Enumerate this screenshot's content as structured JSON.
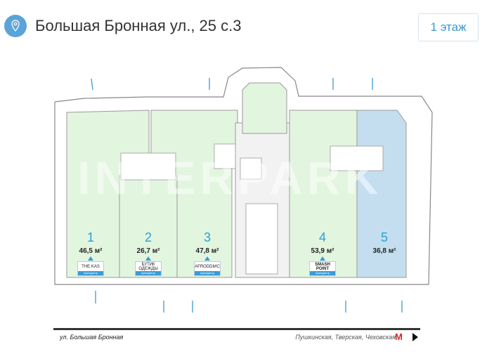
{
  "header": {
    "address": "Большая Бронная ул., 25 с.3",
    "floor_button": "1 этаж",
    "icon": "location-pin-icon"
  },
  "watermark": "INTERPARK",
  "units": [
    {
      "number": "1",
      "area": "46,5 м²",
      "tenant": "THE KAS",
      "tenant_role": "Арендатор",
      "status": "rented"
    },
    {
      "number": "2",
      "area": "26,7 м²",
      "tenant": "БУТИК ОДЕЖДЫ",
      "tenant_role": "Арендатор",
      "status": "rented"
    },
    {
      "number": "3",
      "area": "47,8 м²",
      "tenant": "AFRODDIИС",
      "tenant_role": "Арендатор",
      "status": "rented"
    },
    {
      "number": "4",
      "area": "53,9 м²",
      "tenant": "SMASH POINT",
      "tenant_role": "Арендатор",
      "status": "rented"
    },
    {
      "number": "5",
      "area": "36,8 м²",
      "status": "available"
    }
  ],
  "footer": {
    "street": "ул. Большая Бронная",
    "metro": "Пушкинская, Тверская, Чеховская",
    "metro_logo": "М"
  },
  "colors": {
    "rented": "#e2f5df",
    "available": "#c4def0",
    "accent": "#2a9fd6"
  }
}
